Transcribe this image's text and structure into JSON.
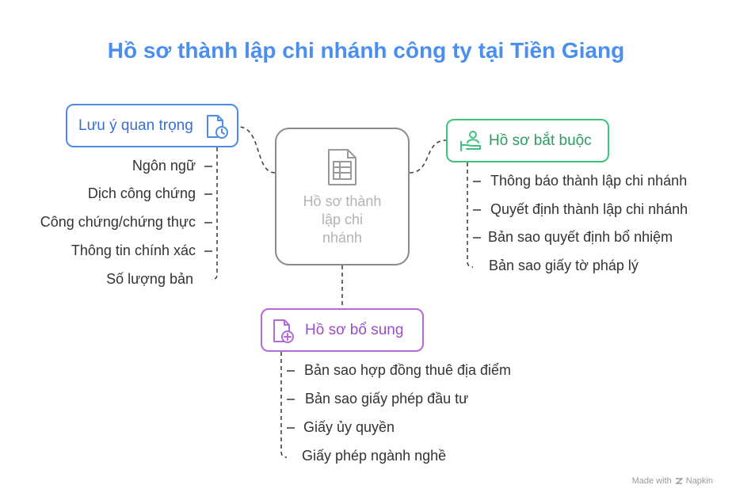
{
  "title": "Hồ sơ thành lập chi nhánh công ty tại Tiền Giang",
  "center": {
    "label": "Hồ sơ thành lập chi nhánh",
    "icon": "spreadsheet-document-icon"
  },
  "notes": {
    "label": "Lưu ý quan trọng",
    "icon": "document-clock-icon",
    "color": "#4d8ce8",
    "items": [
      "Ngôn ngữ",
      "Dịch công chứng",
      "Công chứng/chứng thực",
      "Thông tin chính xác",
      "Số lượng bản"
    ]
  },
  "required": {
    "label": "Hồ sơ bắt buộc",
    "icon": "hand-person-icon",
    "color": "#3ec27e",
    "items": [
      "Thông báo thành lập chi nhánh",
      "Quyết định thành lập chi nhánh",
      "Bản sao quyết định bổ nhiệm",
      "Bản sao giấy tờ pháp lý"
    ]
  },
  "supplementary": {
    "label": "Hồ sơ bổ sung",
    "icon": "document-plus-icon",
    "color": "#b46ad9",
    "items": [
      "Bản sao hợp đồng thuê địa điểm",
      "Bản sao giấy phép đầu tư",
      "Giấy ủy quyền",
      "Giấy phép ngành nghề"
    ]
  },
  "footer": {
    "text": "Made with",
    "brand": "Napkin"
  }
}
